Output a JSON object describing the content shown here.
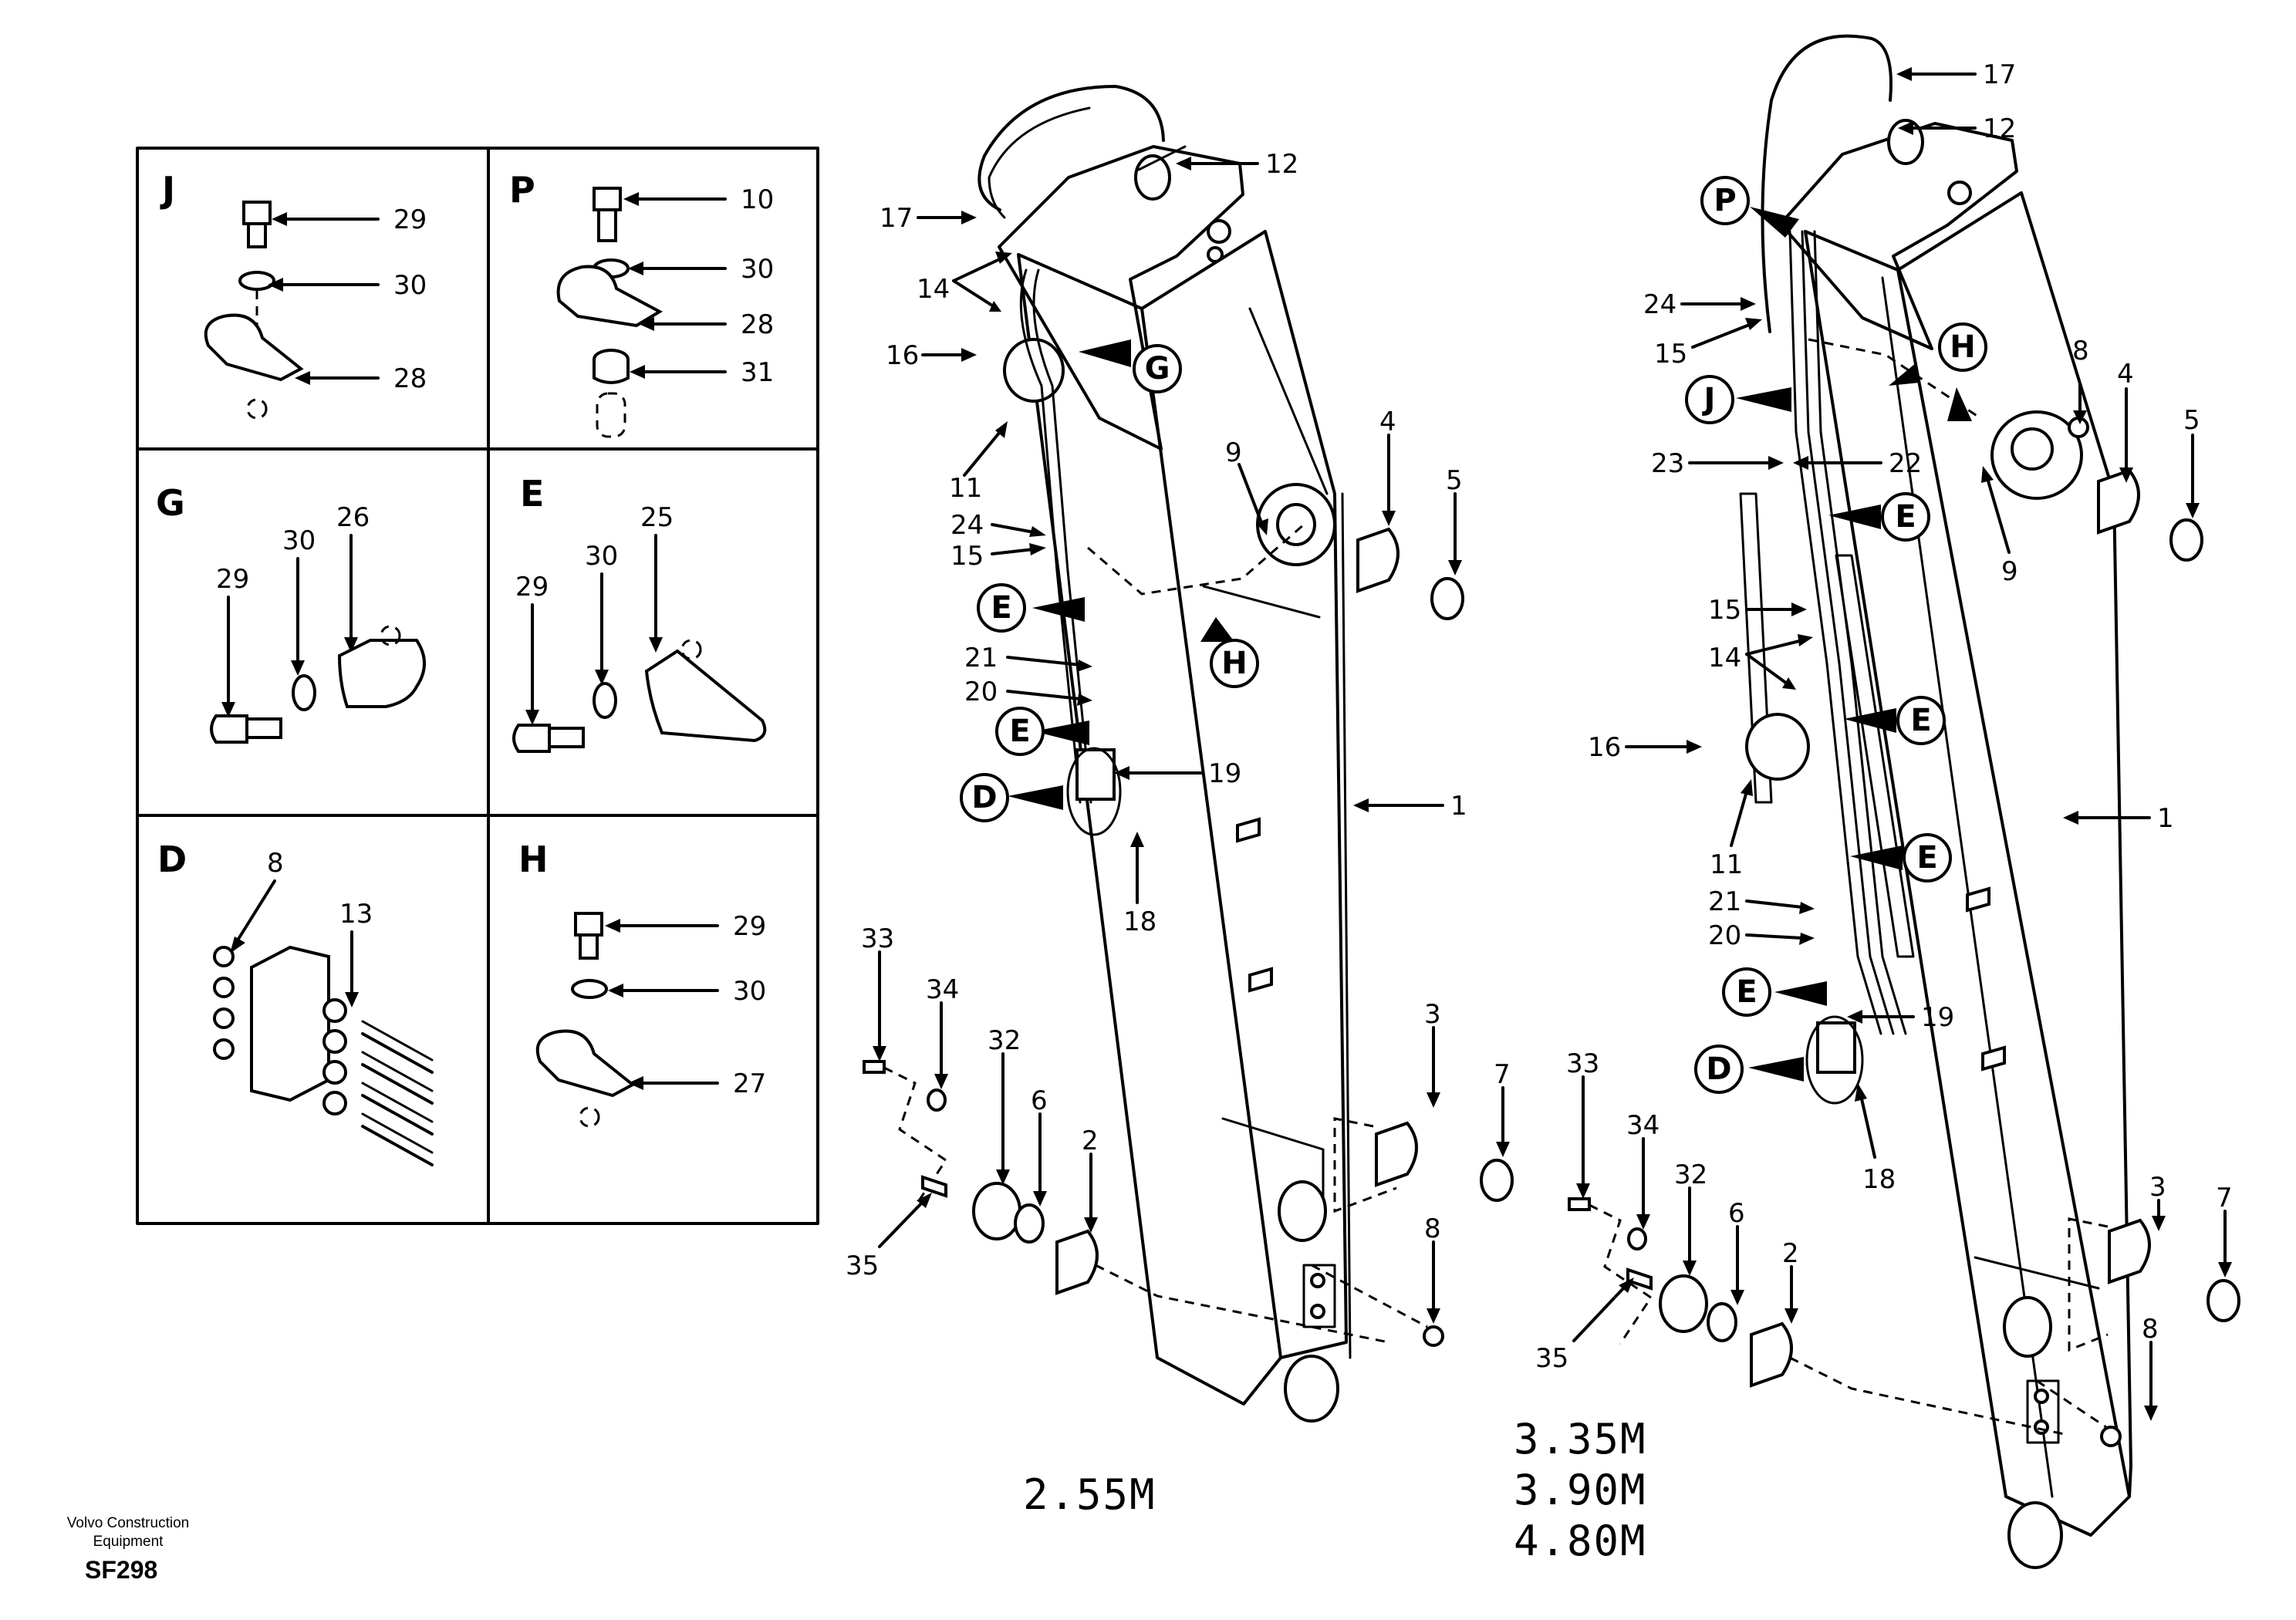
{
  "brand": {
    "line1": "Volvo Construction",
    "line2": "Equipment",
    "code": "SF298"
  },
  "panels": [
    {
      "letter": "J",
      "callouts": [
        "29",
        "30",
        "28"
      ]
    },
    {
      "letter": "P",
      "callouts": [
        "10",
        "30",
        "28",
        "31"
      ]
    },
    {
      "letter": "G",
      "callouts": [
        "26",
        "30",
        "29"
      ]
    },
    {
      "letter": "E",
      "callouts": [
        "25",
        "30",
        "29"
      ]
    },
    {
      "letter": "D",
      "callouts": [
        "8",
        "13"
      ]
    },
    {
      "letter": "H",
      "callouts": [
        "29",
        "30",
        "27"
      ]
    }
  ],
  "left_boom": {
    "length_label": "2.55M",
    "callouts": [
      "12",
      "17",
      "14",
      "16",
      "11",
      "24",
      "15",
      "21",
      "20",
      "19",
      "18",
      "9",
      "4",
      "5",
      "1",
      "33",
      "34",
      "32",
      "6",
      "2",
      "35",
      "3",
      "7",
      "8"
    ],
    "bubbles": [
      "G",
      "E",
      "H",
      "E",
      "D"
    ]
  },
  "right_boom": {
    "length_labels": [
      "3.35M",
      "3.90M",
      "4.80M"
    ],
    "callouts": [
      "17",
      "12",
      "24",
      "15",
      "8",
      "4",
      "5",
      "23",
      "22",
      "9",
      "15",
      "14",
      "16",
      "11",
      "21",
      "20",
      "19",
      "18",
      "1",
      "33",
      "34",
      "32",
      "6",
      "2",
      "35",
      "3",
      "7",
      "8"
    ],
    "bubbles": [
      "P",
      "H",
      "J",
      "E",
      "E",
      "E",
      "E",
      "D"
    ]
  }
}
